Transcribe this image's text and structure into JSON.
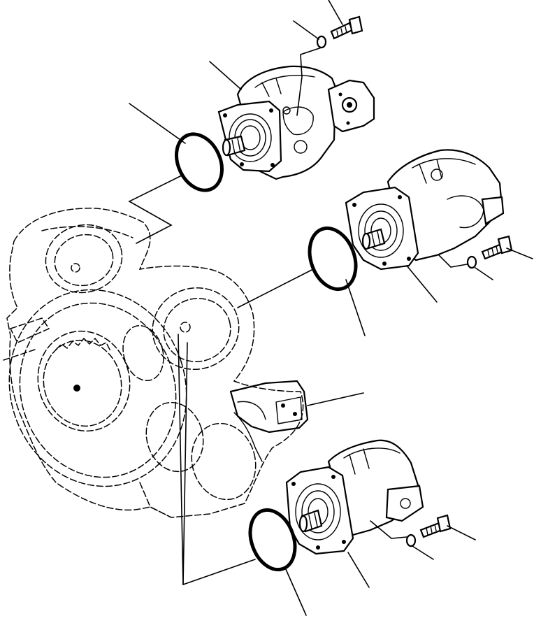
{
  "diagram": {
    "kind": "exploded-parts-view",
    "components": [
      {
        "id": "main-housing",
        "style": "phantom-dashed"
      },
      {
        "id": "pump-upper",
        "style": "solid"
      },
      {
        "id": "pump-middle",
        "style": "solid"
      },
      {
        "id": "pump-lower",
        "style": "solid"
      },
      {
        "id": "o-ring-upper",
        "style": "solid"
      },
      {
        "id": "o-ring-middle",
        "style": "solid"
      },
      {
        "id": "o-ring-lower",
        "style": "solid"
      },
      {
        "id": "bolt-upper",
        "style": "solid"
      },
      {
        "id": "bolt-middle",
        "style": "solid"
      },
      {
        "id": "bolt-lower",
        "style": "solid"
      },
      {
        "id": "washer-upper",
        "style": "solid"
      },
      {
        "id": "washer-middle",
        "style": "solid"
      },
      {
        "id": "washer-lower",
        "style": "solid"
      }
    ],
    "callout_labels": [],
    "colors": {
      "line": "#000000",
      "background": "#ffffff"
    }
  }
}
